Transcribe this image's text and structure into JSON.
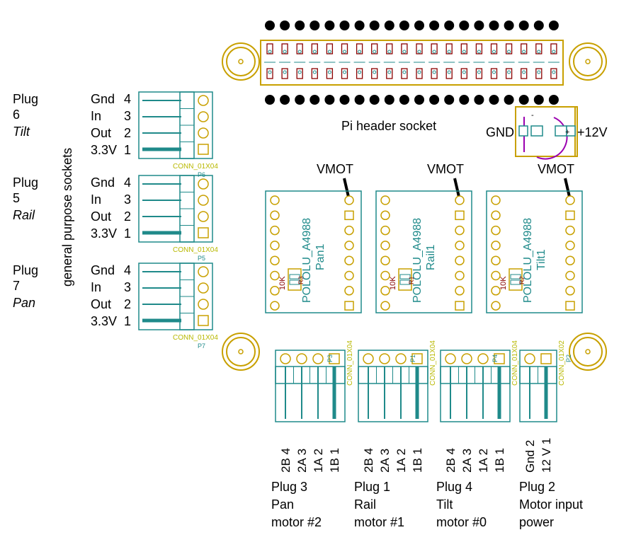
{
  "header": {
    "title": "Pi header socket",
    "top_pin_numbers": [
      "2",
      "4",
      "6",
      "8",
      "10",
      "2",
      "4",
      "6",
      "8",
      "10",
      "2",
      "4",
      "6",
      "8",
      "10",
      "2",
      "4",
      "6",
      "8",
      "10"
    ],
    "bottom_pin_numbers": [
      "1",
      "3",
      "5",
      "7",
      "9",
      "1",
      "3",
      "5",
      "7",
      "9",
      "1",
      "3",
      "5",
      "7",
      "9",
      "1",
      "3",
      "5",
      "7",
      "9"
    ]
  },
  "power_jack": {
    "gnd_label": "GND",
    "plus_label": "+12V",
    "minus_mark": "-",
    "plus_mark": "+"
  },
  "side_label": "general purpose sockets",
  "gp_plugs": [
    {
      "plug": "Plug",
      "num": "6",
      "name": "Tilt",
      "ref": "P6",
      "conn": "CONN_01X04",
      "pins": [
        {
          "name": "Gnd",
          "num": "4"
        },
        {
          "name": "In",
          "num": "3"
        },
        {
          "name": "Out",
          "num": "2"
        },
        {
          "name": "3.3V",
          "num": "1"
        }
      ]
    },
    {
      "plug": "Plug",
      "num": "5",
      "name": "Rail",
      "ref": "P5",
      "conn": "CONN_01X04",
      "pins": [
        {
          "name": "Gnd",
          "num": "4"
        },
        {
          "name": "In",
          "num": "3"
        },
        {
          "name": "Out",
          "num": "2"
        },
        {
          "name": "3.3V",
          "num": "1"
        }
      ]
    },
    {
      "plug": "Plug",
      "num": "7",
      "name": "Pan",
      "ref": "P7",
      "conn": "CONN_01X04",
      "pins": [
        {
          "name": "Gnd",
          "num": "4"
        },
        {
          "name": "In",
          "num": "3"
        },
        {
          "name": "Out",
          "num": "2"
        },
        {
          "name": "3.3V",
          "num": "1"
        }
      ]
    }
  ],
  "drivers": [
    {
      "vmot": "VMOT",
      "footprint": "POLOLU_A4988",
      "name": "Pan1",
      "res": "10K",
      "resref": "R3"
    },
    {
      "vmot": "VMOT",
      "footprint": "POLOLU_A4988",
      "name": "Rail1",
      "res": "10K",
      "resref": "R1"
    },
    {
      "vmot": "VMOT",
      "footprint": "POLOLU_A4988",
      "name": "Tilt1",
      "res": "10K",
      "resref": "R2"
    }
  ],
  "motor_plugs": [
    {
      "ref": "P3",
      "conn": "CONN_01X04",
      "pins": [
        "2B 4",
        "2A 3",
        "1A 2",
        "1B 1"
      ],
      "label": [
        "Plug 3",
        "Pan",
        "motor #2"
      ]
    },
    {
      "ref": "P1",
      "conn": "CONN_01X04",
      "pins": [
        "2B 4",
        "2A 3",
        "1A 2",
        "1B 1"
      ],
      "label": [
        "Plug 1",
        "Rail",
        "motor #1"
      ]
    },
    {
      "ref": "P4",
      "conn": "CONN_01X04",
      "pins": [
        "2B 4",
        "2A 3",
        "1A 2",
        "1B 1"
      ],
      "label": [
        "Plug 4",
        "Tilt",
        "motor #0"
      ]
    },
    {
      "ref": "P2",
      "conn": "CONN_01X02",
      "pins": [
        "Gnd 2",
        "12 V 1"
      ],
      "label": [
        "Plug 2",
        "Motor input",
        "power"
      ]
    }
  ],
  "colors": {
    "silk": "#b8b800",
    "teal": "#1f8a8a",
    "pad": "#1f8a8a",
    "copper": "#8a0000",
    "hole": "#c8a000",
    "magenta": "#9b00b0"
  }
}
